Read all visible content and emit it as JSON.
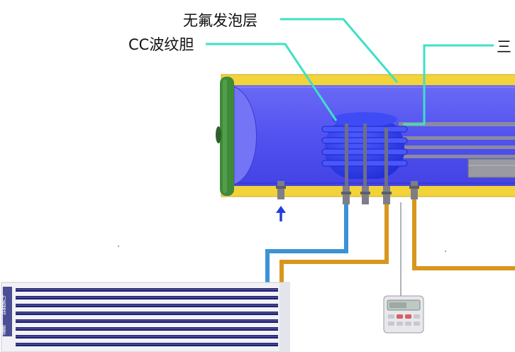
{
  "labels": {
    "foam_layer": "无氟发泡层",
    "cc_liner": "CC波纹胆",
    "third_label_partial": "三"
  },
  "collector": {
    "side_text_top": "力诺瑞特",
    "side_text_bottom": "暖寒"
  },
  "colors": {
    "tank_shell": "#F2D33A",
    "tank_inner": "#4F4FEF",
    "liner": "#2E3BF0",
    "end_cap": "#3E8A38",
    "leader_line": "#3FE0C5",
    "cold_pipe": "#3B92D6",
    "hot_pipe": "#D8961E",
    "inlet_arrow": "#1F3FD8",
    "collector_tube": "#20226A"
  },
  "icons": {
    "inlet": "arrow-up-icon"
  }
}
